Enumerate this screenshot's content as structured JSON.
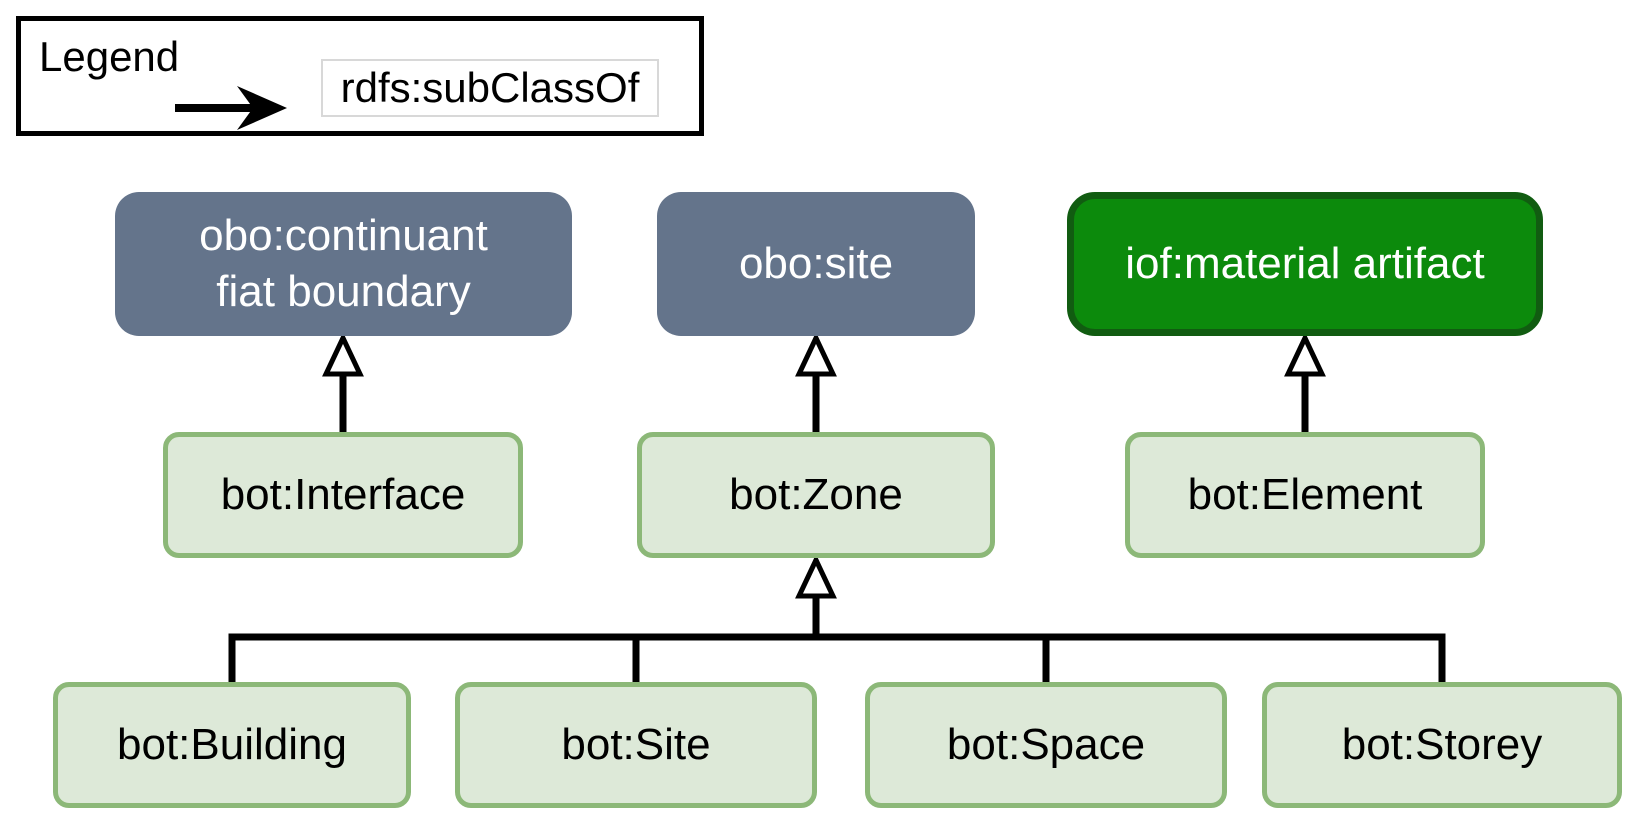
{
  "legend": {
    "title": "Legend",
    "arrow_icon": "right-arrow",
    "arrow_label": "rdfs:subClassOf"
  },
  "diagram": {
    "type": "class-hierarchy",
    "edge_relation": "rdfs:subClassOf",
    "colors": {
      "external_class_fill": "#64748b",
      "iof_class_fill": "#0c8a0c",
      "iof_class_border": "#115c11",
      "bot_class_fill": "#dde9d8",
      "bot_class_border": "#8cb878",
      "text_on_dark": "#ffffff",
      "text_on_light": "#000000",
      "connector": "#000000"
    },
    "nodes": {
      "continuant_fiat_boundary": {
        "label": "obo:continuant fiat boundary",
        "line1": "obo:continuant",
        "line2": "fiat boundary",
        "style": "slate"
      },
      "obo_site": {
        "label": "obo:site",
        "style": "slate"
      },
      "iof_material_artifact": {
        "label": "iof:material artifact",
        "style": "green"
      },
      "bot_interface": {
        "label": "bot:Interface",
        "style": "light"
      },
      "bot_zone": {
        "label": "bot:Zone",
        "style": "light"
      },
      "bot_element": {
        "label": "bot:Element",
        "style": "light"
      },
      "bot_building": {
        "label": "bot:Building",
        "style": "light"
      },
      "bot_site": {
        "label": "bot:Site",
        "style": "light"
      },
      "bot_space": {
        "label": "bot:Space",
        "style": "light"
      },
      "bot_storey": {
        "label": "bot:Storey",
        "style": "light"
      }
    },
    "edges": [
      {
        "from": "bot:Interface",
        "to": "obo:continuant fiat boundary",
        "relation": "rdfs:subClassOf"
      },
      {
        "from": "bot:Zone",
        "to": "obo:site",
        "relation": "rdfs:subClassOf"
      },
      {
        "from": "bot:Element",
        "to": "iof:material artifact",
        "relation": "rdfs:subClassOf"
      },
      {
        "from": "bot:Building",
        "to": "bot:Zone",
        "relation": "rdfs:subClassOf"
      },
      {
        "from": "bot:Site",
        "to": "bot:Zone",
        "relation": "rdfs:subClassOf"
      },
      {
        "from": "bot:Space",
        "to": "bot:Zone",
        "relation": "rdfs:subClassOf"
      },
      {
        "from": "bot:Storey",
        "to": "bot:Zone",
        "relation": "rdfs:subClassOf"
      }
    ]
  }
}
